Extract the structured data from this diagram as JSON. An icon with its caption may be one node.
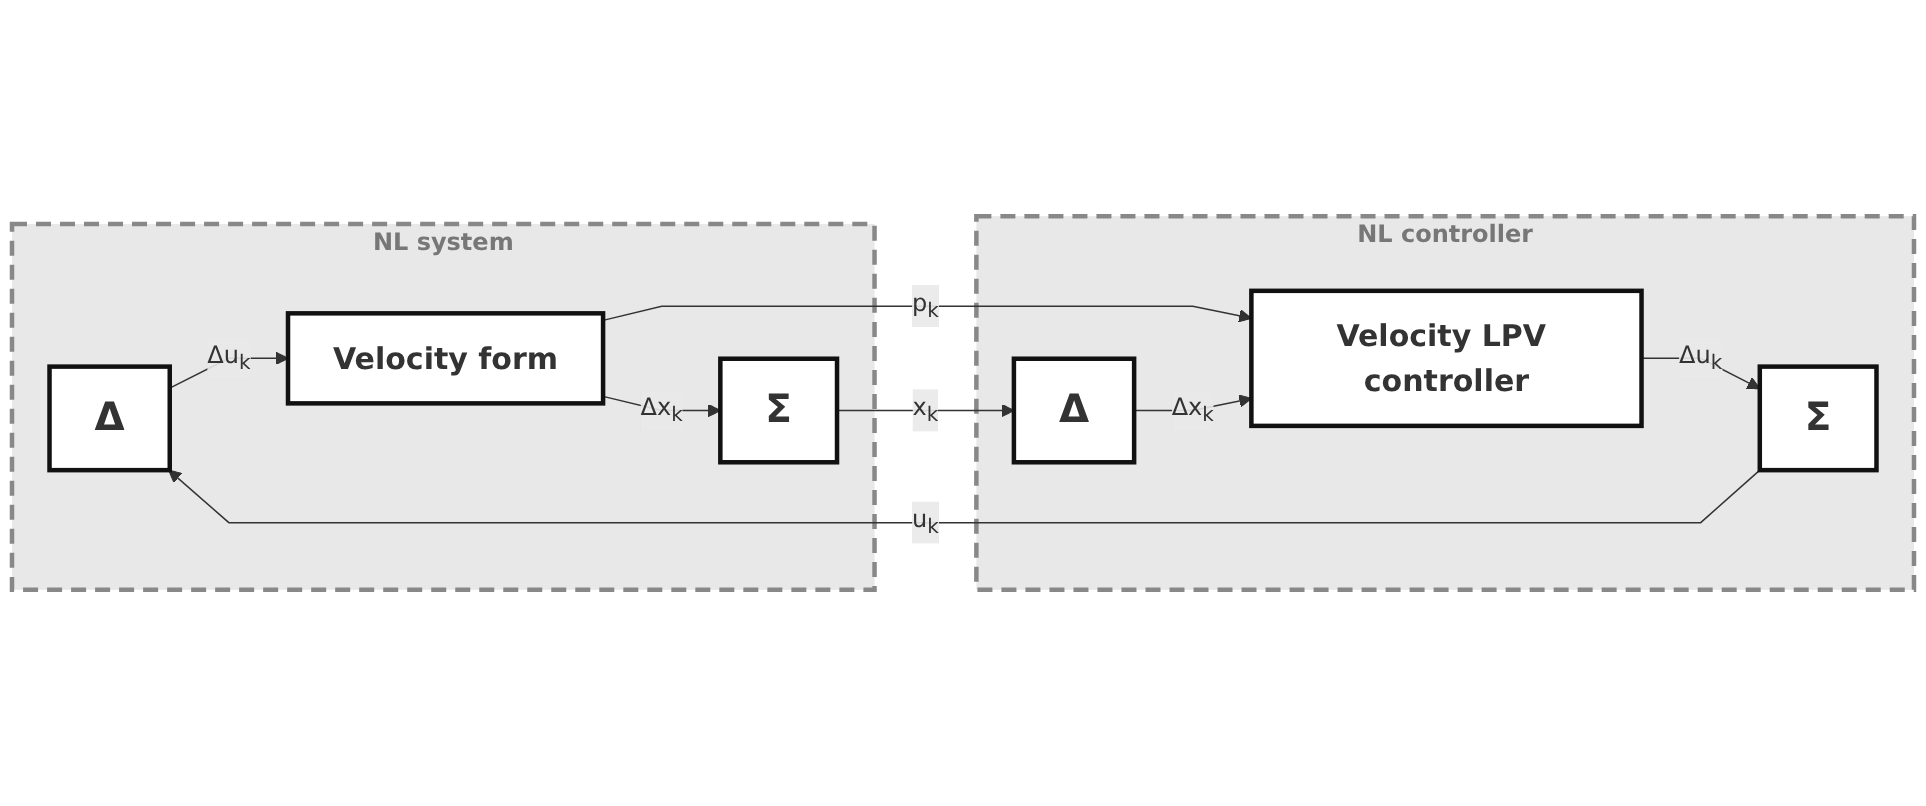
{
  "diagram": {
    "nodes": [
      {
        "text": [
          "NL system"
        ]
      },
      {
        "text": [
          "Δ"
        ],
        "in": 0
      },
      {
        "text": [
          "Velocity form"
        ],
        "in": 0
      },
      {
        "text": [
          "Σ"
        ],
        "in": 0
      },
      {
        "text": [
          "NL controller"
        ]
      },
      {
        "text": [
          "Σ"
        ],
        "in": 4
      },
      {
        "text": [
          "Velocity LPV controller"
        ],
        "in": 4
      },
      {
        "text": [
          "Δ"
        ],
        "in": 4
      }
    ],
    "edges": [
      {
        "from": 1,
        "to": 2,
        "arrow": "to",
        "label": "Δu$_{k}$"
      },
      {
        "from": 2,
        "to": 3,
        "arrow": "to",
        "label": "Δx$_{k}$"
      },
      {
        "from": 2,
        "to": 6,
        "arrow": "to",
        "label": "p$_{k}$"
      },
      {
        "from": 3,
        "to": 7,
        "arrow": "to",
        "label": "x$_{k}$"
      },
      {
        "from": 7,
        "to": 6,
        "arrow": "to",
        "label": "Δx$_{k}$"
      },
      {
        "from": 6,
        "to": 5,
        "arrow": "to",
        "label": "Δu$_{k}$"
      },
      {
        "from": 5,
        "to": 1,
        "arrow": "to",
        "label": "u$_{k}$"
      }
    ]
  }
}
